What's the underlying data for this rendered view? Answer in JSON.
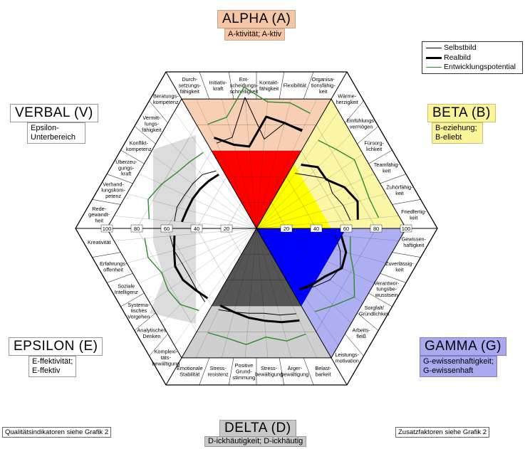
{
  "sectors": {
    "alpha": {
      "title": "ALPHA (A)",
      "subtitle": "A-ktivität; A-ktiv",
      "color": "#f4c6a6"
    },
    "beta": {
      "title": "BETA (B)",
      "subtitle": "B-eziehung; B-eliebt",
      "color": "#fbf39a"
    },
    "gamma": {
      "title": "GAMMA (G)",
      "subtitle": "G-ewissenhaftigkeit; G-ewissenhaft",
      "color": "#a9a9f0"
    },
    "delta": {
      "title": "DELTA (D)",
      "subtitle": "D-ickhäutigkeit; D-ickhäutig",
      "color": "#c8c8c8"
    },
    "epsilon": {
      "title": "EPSILON (E)",
      "subtitle": "E-ffektivität; E-ffektiv",
      "color": "#ffffff"
    },
    "verbal": {
      "title": "VERBAL (V)",
      "subtitle": "Epsilon-Unterbereich",
      "color": "#ffffff"
    }
  },
  "legend": {
    "selbstbild": "Selbstbild",
    "realbild": "Realbild",
    "entwicklungspotential": "Entwicklungspotential"
  },
  "notes": {
    "left": "Qualitätsindikatoren siehe Grafik 2",
    "right": "Zusatzfaktoren siehe Grafik 2"
  },
  "scale_labels": {
    "left": [
      "100",
      "80",
      "60",
      "40",
      "20"
    ],
    "right": [
      "20",
      "40",
      "60",
      "80",
      "100"
    ]
  },
  "chart_data": {
    "type": "radar",
    "scale": [
      0,
      100
    ],
    "dimensions": {
      "alpha": [
        "Durch-\nsetzungs-\nfähigkeit",
        "Initiativ-\nkraft",
        "Ent-\nscheidungs-\nschnelligkeit",
        "Kontakt-\nfähigkeit",
        "Flexibilität",
        "Organisa-\ntionsfähig-\nkeit"
      ],
      "beta": [
        "Wärme-\nherzigkeit",
        "Einfühlungs-\nvermögen",
        "Fürsorg-\nlichkeit",
        "Teamfähig-\nkeit",
        "Zuhörfähig-\nkeit",
        "Friedfertig-\nkeit"
      ],
      "gamma": [
        "Gewissen-\nhaftigkeit",
        "Zuverlässig-\nkeit",
        "Verantwor-\ntungsbe-\nwusstsein",
        "Sorgfalt/\nGründlichkeit",
        "Arbeits-\nfleiß",
        "Leistungs-\nmotivation"
      ],
      "delta": [
        "Belast-\nbarkeit",
        "Ärger-\nbewältigung",
        "Stress-\nbewältigung",
        "Positive\nGrund-\nstimmung",
        "Stress-\nresistenz",
        "Emotionale\nStabilität"
      ],
      "epsilon": [
        "Komplexi-\ntäts-\nbewältigung",
        "Analytisches\nDenken",
        "Systema-\ntisches\nVorgehen",
        "Soziale\nIntelligenz",
        "Erfahrungs-\noffenheit",
        "Kreativität"
      ],
      "verbal": [
        "Rede-\ngewandt-\nheit",
        "Verhand-\nlungskom-\npetenz",
        "Überzeu-\ngungs-\nkraft",
        "Konflikt-\nkompetenz",
        "Vermitt-\nlungs-\nfähigkeit",
        "Beratungs-\nkompetenz"
      ]
    },
    "sector_levels": {
      "alpha": 60,
      "beta": 50,
      "gamma": 60,
      "delta": 60,
      "epsilon": 40,
      "verbal": 40
    },
    "series": [
      {
        "name": "Selbstbild",
        "values": {
          "alpha": [
            63,
            63,
            88,
            60,
            73,
            73
          ],
          "beta": [
            45,
            50,
            58,
            56,
            60,
            63
          ],
          "gamma": [
            53,
            58,
            62,
            60,
            55,
            50
          ],
          "delta": [
            63,
            60,
            57,
            57,
            58,
            60
          ],
          "epsilon": [
            60,
            57,
            55,
            55,
            57,
            58
          ],
          "verbal": [
            55,
            55,
            53,
            52,
            51,
            47
          ]
        }
      },
      {
        "name": "Realbild",
        "values": {
          "alpha": [
            67,
            58,
            55,
            75,
            73,
            72
          ],
          "beta": [
            52,
            58,
            57,
            65,
            70,
            68
          ],
          "gamma": [
            57,
            62,
            63,
            56,
            53,
            50
          ],
          "delta": [
            68,
            65,
            62,
            60,
            58,
            57
          ],
          "epsilon": [
            57,
            58,
            60,
            60,
            57,
            55
          ],
          "verbal": [
            50,
            48,
            47,
            46,
            45,
            44
          ]
        }
      },
      {
        "name": "Entwicklungspotential",
        "values": {
          "alpha": [
            77,
            77,
            95,
            85,
            87,
            85
          ],
          "beta": [
            72,
            75,
            80,
            78,
            78,
            82
          ],
          "gamma": [
            63,
            65,
            72,
            80,
            73,
            68
          ],
          "delta": [
            78,
            78,
            73,
            78,
            76,
            77
          ],
          "epsilon": [
            67,
            72,
            72,
            70,
            75,
            75
          ],
          "verbal": [
            72,
            75,
            70,
            65,
            63,
            62
          ]
        }
      }
    ]
  }
}
